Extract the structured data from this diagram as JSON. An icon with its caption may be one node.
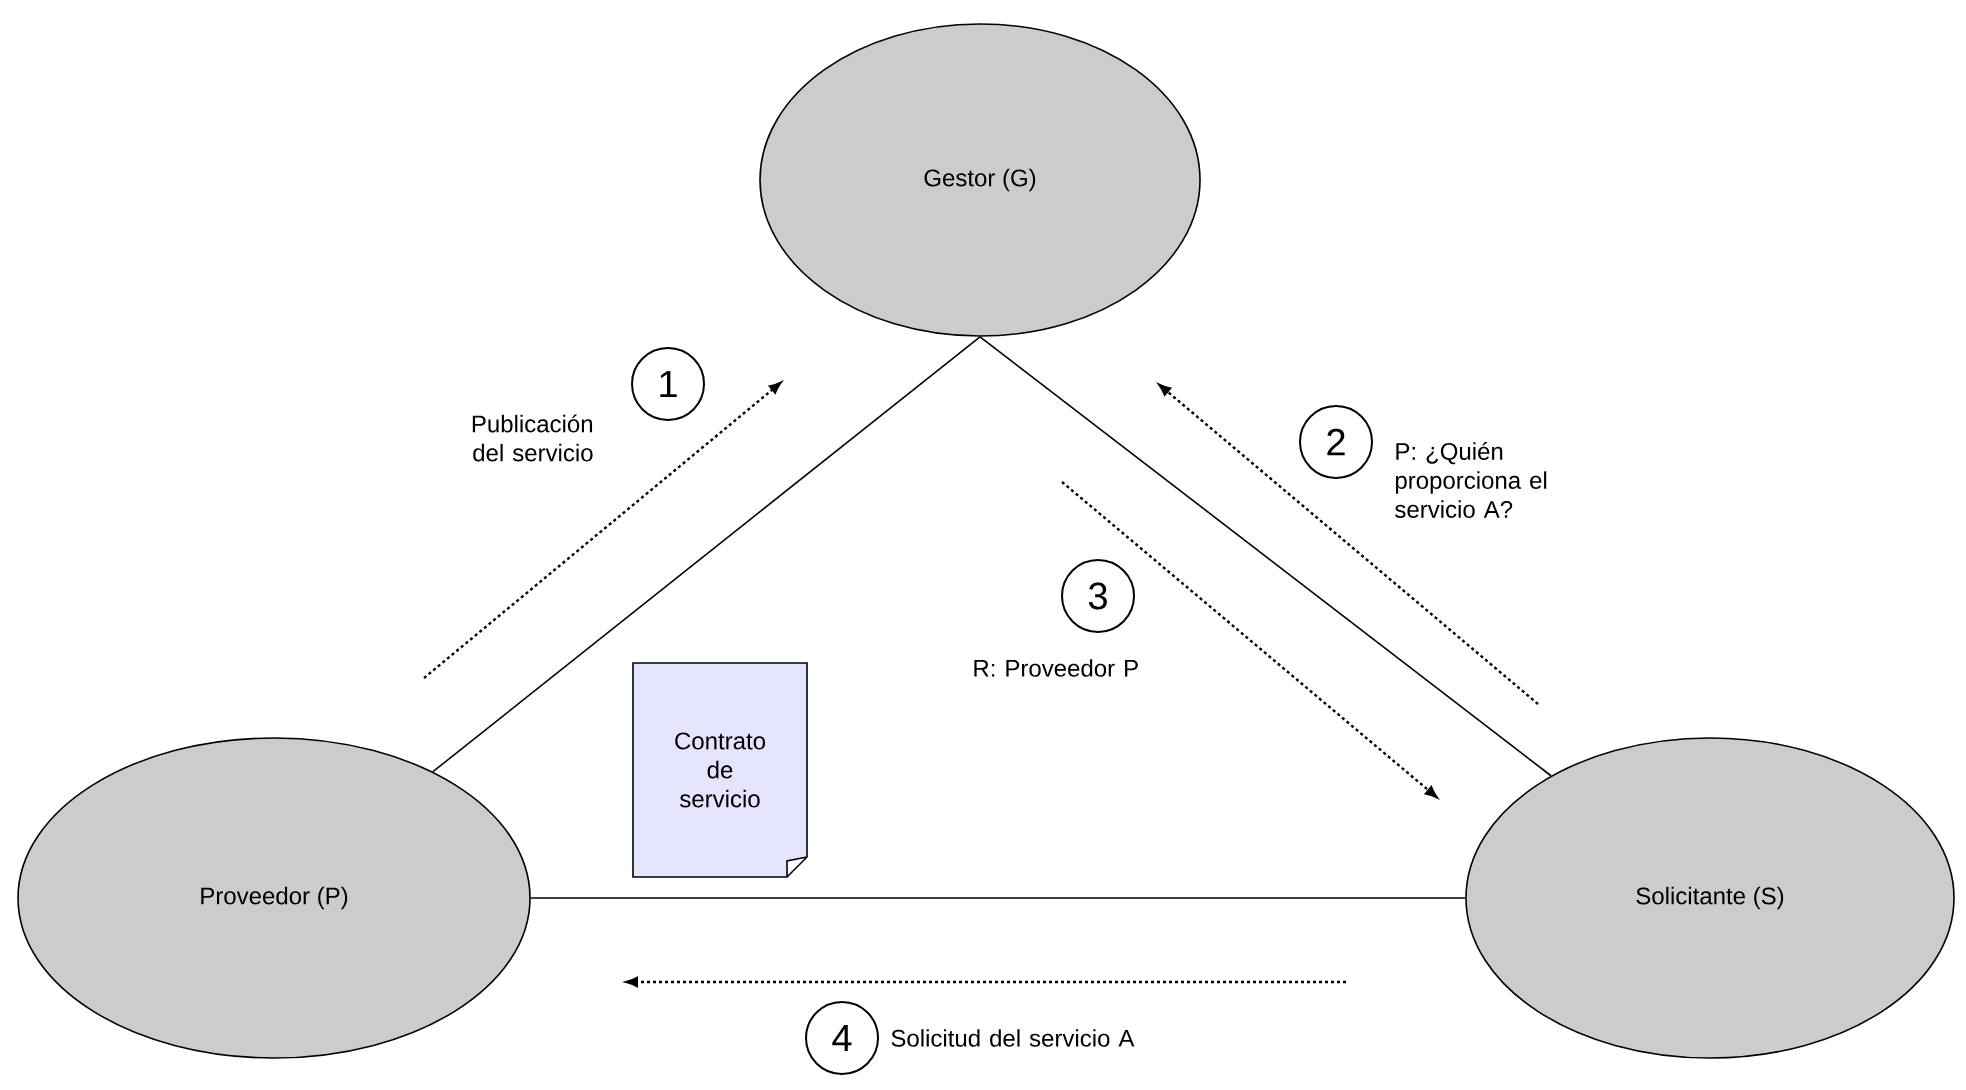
{
  "diagram": {
    "nodes": [
      {
        "text": [
          "Gestor (G)"
        ]
      },
      {
        "text": [
          "Proveedor (P)"
        ]
      },
      {
        "text": [
          "Solicitante (S)"
        ]
      },
      {
        "text": [
          "Contrato de servicio"
        ]
      },
      {
        "text": [
          "1"
        ],
        "beside": [
          "Publicación del servicio"
        ]
      },
      {
        "text": [
          "2"
        ],
        "beside": [
          "P: ¿Quién proporciona el servicio A?"
        ]
      },
      {
        "text": [
          "3"
        ],
        "beside": [
          "R: Proveedor P"
        ]
      },
      {
        "text": [
          "4"
        ],
        "beside": [
          "Solicitud del servicio A"
        ]
      }
    ],
    "edges": [
      {
        "from": 0,
        "to": 1,
        "arrow": "none"
      },
      {
        "from": 0,
        "to": 2,
        "arrow": "none"
      },
      {
        "from": 1,
        "to": 2,
        "arrow": "none"
      }
    ]
  }
}
